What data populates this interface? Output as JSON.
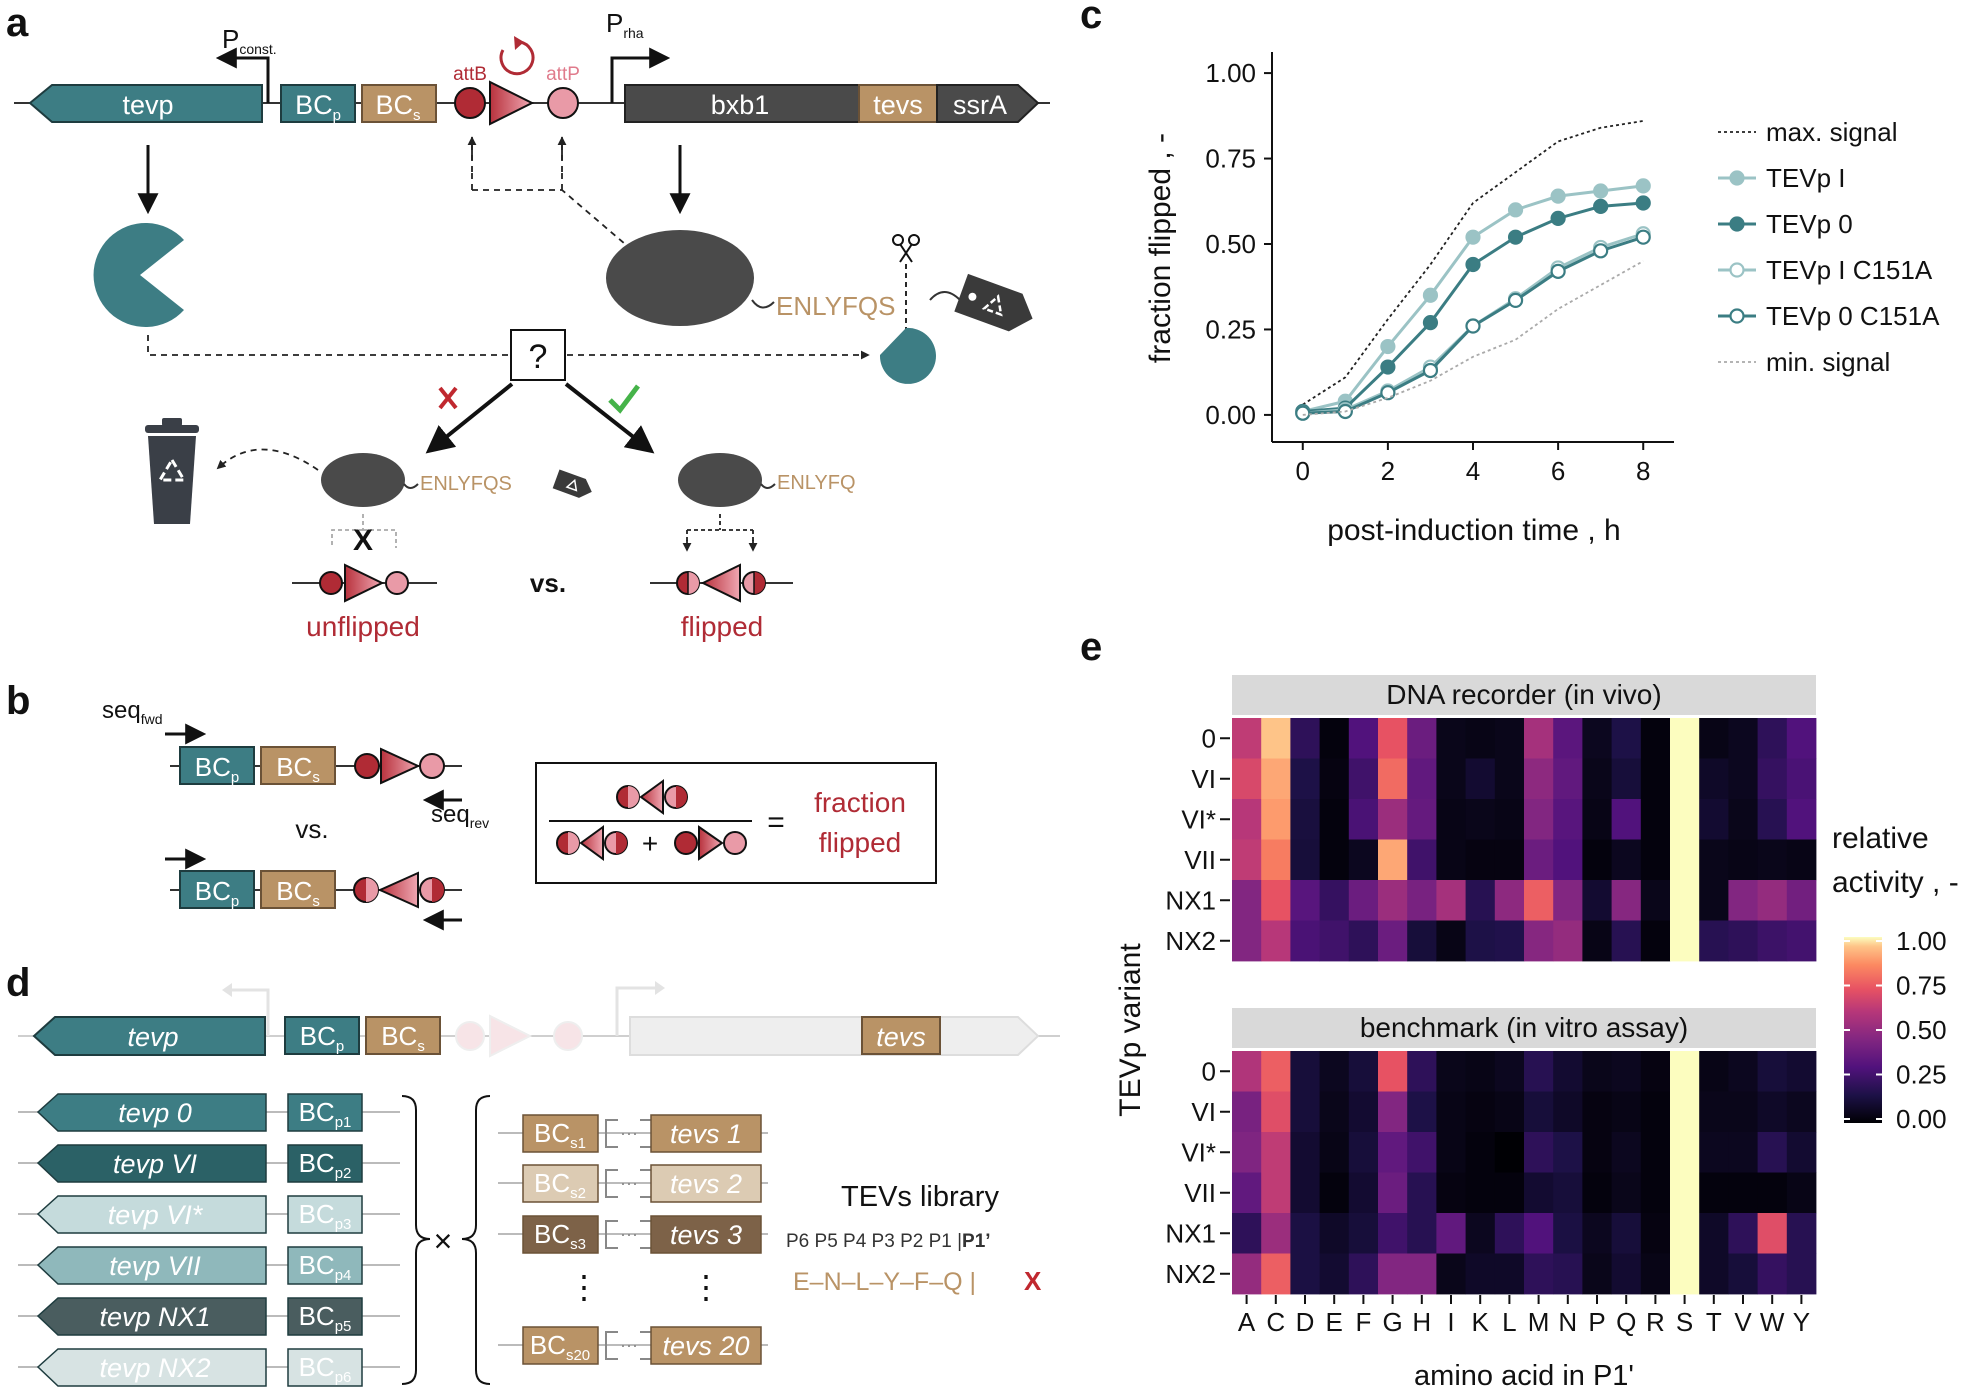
{
  "panels": {
    "a": "a",
    "b": "b",
    "c": "c",
    "d": "d",
    "e": "e"
  },
  "colors": {
    "teal": "#3d7d84",
    "teal_dark": "#2f6a70",
    "tan": "#b99366",
    "dark": "#4a4a4a",
    "red": "#b02b35",
    "pink": "#e5a1ad",
    "light_teal": "#9bbfc2",
    "green": "#45b349"
  },
  "panel_a": {
    "p_const_main": "P",
    "p_const_sub": "const.",
    "p_rha_main": "P",
    "p_rha_sub": "rha",
    "tevp": "tevp",
    "bcp_main": "BC",
    "bcp_sub": "p",
    "bcs_main": "BC",
    "bcs_sub": "s",
    "attb": "attB",
    "attp": "attP",
    "bxb1": "bxb1",
    "tevs": "tevs",
    "ssra": "ssrA",
    "cut_left": "ENLYFQ",
    "cut_right": "S",
    "question": "?",
    "tag_left": "ENLYFQS",
    "tag_right": "ENLYFQ",
    "unflipped": "unflipped",
    "flipped": "flipped",
    "vs": "vs."
  },
  "panel_b": {
    "seq_fwd_main": "seq",
    "seq_fwd_sub": "fwd",
    "seq_rev_main": "seq",
    "seq_rev_sub": "rev",
    "bcp_main": "BC",
    "bcp_sub": "p",
    "bcs_main": "BC",
    "bcs_sub": "s",
    "vs": "vs.",
    "plus": "+",
    "eq": "=",
    "fraction_line1": "fraction",
    "fraction_line2": "flipped"
  },
  "panel_c": {
    "ylabel": "fraction flipped , -",
    "xlabel": "post-induction time , h",
    "legend": [
      "max. signal",
      "TEVp I",
      "TEVp 0",
      "TEVp I C151A",
      "TEVp 0 C151A",
      "min. signal"
    ]
  },
  "chart_data": {
    "type": "line",
    "xlabel": "post-induction time , h",
    "ylabel": "fraction flipped , -",
    "xlim": [
      -0.3,
      8.3
    ],
    "ylim": [
      -0.05,
      1.05
    ],
    "xticks": [
      0,
      2,
      4,
      6,
      8
    ],
    "yticks": [
      0.0,
      0.25,
      0.5,
      0.75,
      1.0
    ],
    "ytick_labels": [
      "0.00",
      "0.25",
      "0.50",
      "0.75",
      "1.00"
    ],
    "grid": false,
    "legend_position": "right",
    "series": [
      {
        "name": "max. signal",
        "style": "dotted",
        "color": "#222222",
        "marker": "none",
        "x": [
          0,
          1,
          2,
          3,
          4,
          5,
          6,
          7,
          8
        ],
        "y": [
          0.03,
          0.11,
          0.28,
          0.44,
          0.62,
          0.71,
          0.8,
          0.84,
          0.86
        ]
      },
      {
        "name": "TEVp I",
        "style": "solid",
        "color": "#9bc3c5",
        "marker": "filled",
        "x": [
          0,
          1,
          2,
          3,
          4,
          5,
          6,
          7,
          8
        ],
        "y": [
          0.01,
          0.04,
          0.2,
          0.35,
          0.52,
          0.6,
          0.64,
          0.655,
          0.67
        ]
      },
      {
        "name": "TEVp 0",
        "style": "solid",
        "color": "#3b7d83",
        "marker": "filled",
        "x": [
          0,
          1,
          2,
          3,
          4,
          5,
          6,
          7,
          8
        ],
        "y": [
          0.01,
          0.02,
          0.14,
          0.27,
          0.44,
          0.52,
          0.575,
          0.61,
          0.62
        ]
      },
      {
        "name": "TEVp I C151A",
        "style": "solid",
        "color": "#9bc3c5",
        "marker": "open",
        "x": [
          0,
          1,
          2,
          3,
          4,
          5,
          6,
          7,
          8
        ],
        "y": [
          0.005,
          0.015,
          0.07,
          0.14,
          0.26,
          0.34,
          0.43,
          0.49,
          0.53
        ]
      },
      {
        "name": "TEVp 0 C151A",
        "style": "solid",
        "color": "#3b7d83",
        "marker": "open",
        "x": [
          0,
          1,
          2,
          3,
          4,
          5,
          6,
          7,
          8
        ],
        "y": [
          0.005,
          0.01,
          0.065,
          0.13,
          0.26,
          0.335,
          0.42,
          0.48,
          0.52
        ]
      },
      {
        "name": "min. signal",
        "style": "dotted",
        "color": "#aaaaaa",
        "marker": "none",
        "x": [
          0,
          1,
          2,
          3,
          4,
          5,
          6,
          7,
          8
        ],
        "y": [
          0.0,
          0.01,
          0.05,
          0.1,
          0.17,
          0.22,
          0.31,
          0.38,
          0.45
        ]
      }
    ],
    "heatmaps": [
      {
        "type": "heatmap",
        "title": "DNA recorder (in vivo)",
        "rows": [
          "0",
          "VI",
          "VI*",
          "VII",
          "NX1",
          "NX2"
        ],
        "cols": [
          "A",
          "C",
          "D",
          "E",
          "F",
          "G",
          "H",
          "I",
          "K",
          "L",
          "M",
          "N",
          "P",
          "Q",
          "R",
          "S",
          "T",
          "V",
          "W",
          "Y"
        ],
        "values": [
          [
            0.62,
            0.95,
            0.2,
            0.02,
            0.3,
            0.72,
            0.38,
            0.05,
            0.04,
            0.05,
            0.55,
            0.33,
            0.06,
            0.15,
            0.02,
            1.0,
            0.04,
            0.06,
            0.2,
            0.3
          ],
          [
            0.68,
            0.9,
            0.15,
            0.03,
            0.25,
            0.78,
            0.35,
            0.05,
            0.1,
            0.05,
            0.48,
            0.35,
            0.05,
            0.12,
            0.02,
            1.0,
            0.08,
            0.06,
            0.22,
            0.28
          ],
          [
            0.6,
            0.88,
            0.13,
            0.02,
            0.28,
            0.52,
            0.36,
            0.04,
            0.05,
            0.04,
            0.45,
            0.32,
            0.04,
            0.3,
            0.02,
            1.0,
            0.1,
            0.05,
            0.18,
            0.3
          ],
          [
            0.62,
            0.82,
            0.12,
            0.02,
            0.06,
            0.9,
            0.25,
            0.04,
            0.03,
            0.03,
            0.38,
            0.3,
            0.02,
            0.06,
            0.02,
            1.0,
            0.05,
            0.04,
            0.05,
            0.04
          ],
          [
            0.45,
            0.72,
            0.32,
            0.22,
            0.38,
            0.52,
            0.42,
            0.55,
            0.18,
            0.48,
            0.75,
            0.45,
            0.1,
            0.46,
            0.05,
            1.0,
            0.05,
            0.45,
            0.5,
            0.4
          ],
          [
            0.45,
            0.6,
            0.28,
            0.25,
            0.2,
            0.38,
            0.12,
            0.04,
            0.15,
            0.16,
            0.46,
            0.5,
            0.04,
            0.18,
            0.02,
            1.0,
            0.18,
            0.2,
            0.24,
            0.26
          ]
        ]
      },
      {
        "type": "heatmap",
        "title": "benchmark (in vitro assay)",
        "rows": [
          "0",
          "VI",
          "VI*",
          "VII",
          "NX1",
          "NX2"
        ],
        "cols": [
          "A",
          "C",
          "D",
          "E",
          "F",
          "G",
          "H",
          "I",
          "K",
          "L",
          "M",
          "N",
          "P",
          "Q",
          "R",
          "S",
          "T",
          "V",
          "W",
          "Y"
        ],
        "values": [
          [
            0.58,
            0.75,
            0.12,
            0.06,
            0.12,
            0.72,
            0.2,
            0.05,
            0.04,
            0.06,
            0.18,
            0.1,
            0.05,
            0.06,
            0.03,
            1.0,
            0.04,
            0.06,
            0.12,
            0.1
          ],
          [
            0.42,
            0.7,
            0.12,
            0.05,
            0.1,
            0.45,
            0.15,
            0.04,
            0.03,
            0.04,
            0.12,
            0.08,
            0.03,
            0.04,
            0.02,
            1.0,
            0.05,
            0.05,
            0.08,
            0.06
          ],
          [
            0.44,
            0.62,
            0.1,
            0.04,
            0.12,
            0.35,
            0.25,
            0.04,
            0.02,
            0.0,
            0.2,
            0.15,
            0.03,
            0.06,
            0.02,
            1.0,
            0.06,
            0.06,
            0.18,
            0.1
          ],
          [
            0.35,
            0.62,
            0.1,
            0.02,
            0.1,
            0.38,
            0.18,
            0.03,
            0.02,
            0.02,
            0.1,
            0.12,
            0.02,
            0.05,
            0.02,
            1.0,
            0.02,
            0.02,
            0.02,
            0.04
          ],
          [
            0.2,
            0.52,
            0.14,
            0.08,
            0.12,
            0.25,
            0.18,
            0.35,
            0.06,
            0.2,
            0.3,
            0.14,
            0.06,
            0.12,
            0.03,
            1.0,
            0.08,
            0.2,
            0.7,
            0.18
          ],
          [
            0.5,
            0.75,
            0.14,
            0.1,
            0.2,
            0.45,
            0.45,
            0.05,
            0.08,
            0.08,
            0.2,
            0.18,
            0.05,
            0.1,
            0.04,
            1.0,
            0.08,
            0.12,
            0.22,
            0.18
          ]
        ]
      }
    ],
    "colorbar": {
      "title_line1": "relative",
      "title_line2": "activity , -",
      "ticks": [
        "1.00",
        "0.75",
        "0.50",
        "0.25",
        "0.00"
      ],
      "range": [
        0,
        1
      ]
    }
  },
  "panel_e": {
    "ylabel": "TEVp variant",
    "xlabel": "amino acid in P1'",
    "strip_top": "DNA recorder (in vivo)",
    "strip_bottom": "benchmark (in vitro assay)"
  },
  "panel_d": {
    "tevp": "tevp",
    "bcp_main": "BC",
    "bcp_sub": "p",
    "bcs_main": "BC",
    "bcs_sub": "s",
    "tevs": "tevs",
    "variants": [
      {
        "name": "tevp 0",
        "bc_main": "BC",
        "bc_sub": "p1",
        "fill": "#3d7d84",
        "text": "#ffffff"
      },
      {
        "name": "tevp VI",
        "bc_main": "BC",
        "bc_sub": "p2",
        "fill": "#2b6166",
        "text": "#ffffff"
      },
      {
        "name": "tevp VI*",
        "bc_main": "BC",
        "bc_sub": "p3",
        "fill": "#c5dbdc",
        "text": "#ffffff"
      },
      {
        "name": "tevp VII",
        "bc_main": "BC",
        "bc_sub": "p4",
        "fill": "#8fb8bb",
        "text": "#ffffff"
      },
      {
        "name": "tevp NX1",
        "bc_main": "BC",
        "bc_sub": "p5",
        "fill": "#4a5d5f",
        "text": "#ffffff"
      },
      {
        "name": "tevp NX2",
        "bc_main": "BC",
        "bc_sub": "p6",
        "fill": "#d7e3e3",
        "text": "#ffffff"
      }
    ],
    "sites": [
      {
        "bc_main": "BC",
        "bc_sub": "s1",
        "tevs": "tevs 1",
        "fill": "#b99366"
      },
      {
        "bc_main": "BC",
        "bc_sub": "s2",
        "tevs": "tevs 2",
        "fill": "#dccbb3"
      },
      {
        "bc_main": "BC",
        "bc_sub": "s3",
        "tevs": "tevs 3",
        "fill": "#7d6248"
      },
      {
        "bc_main": "BC",
        "bc_sub": "s20",
        "tevs": "tevs 20",
        "fill": "#b99366"
      }
    ],
    "times": "×",
    "library_title": "TEVs library",
    "positions": "P6  P5  P4  P3  P2  P1 |",
    "positions_bold": "P1’",
    "sequence": "E–N–L–Y–F–Q |",
    "x_mark": "X"
  }
}
